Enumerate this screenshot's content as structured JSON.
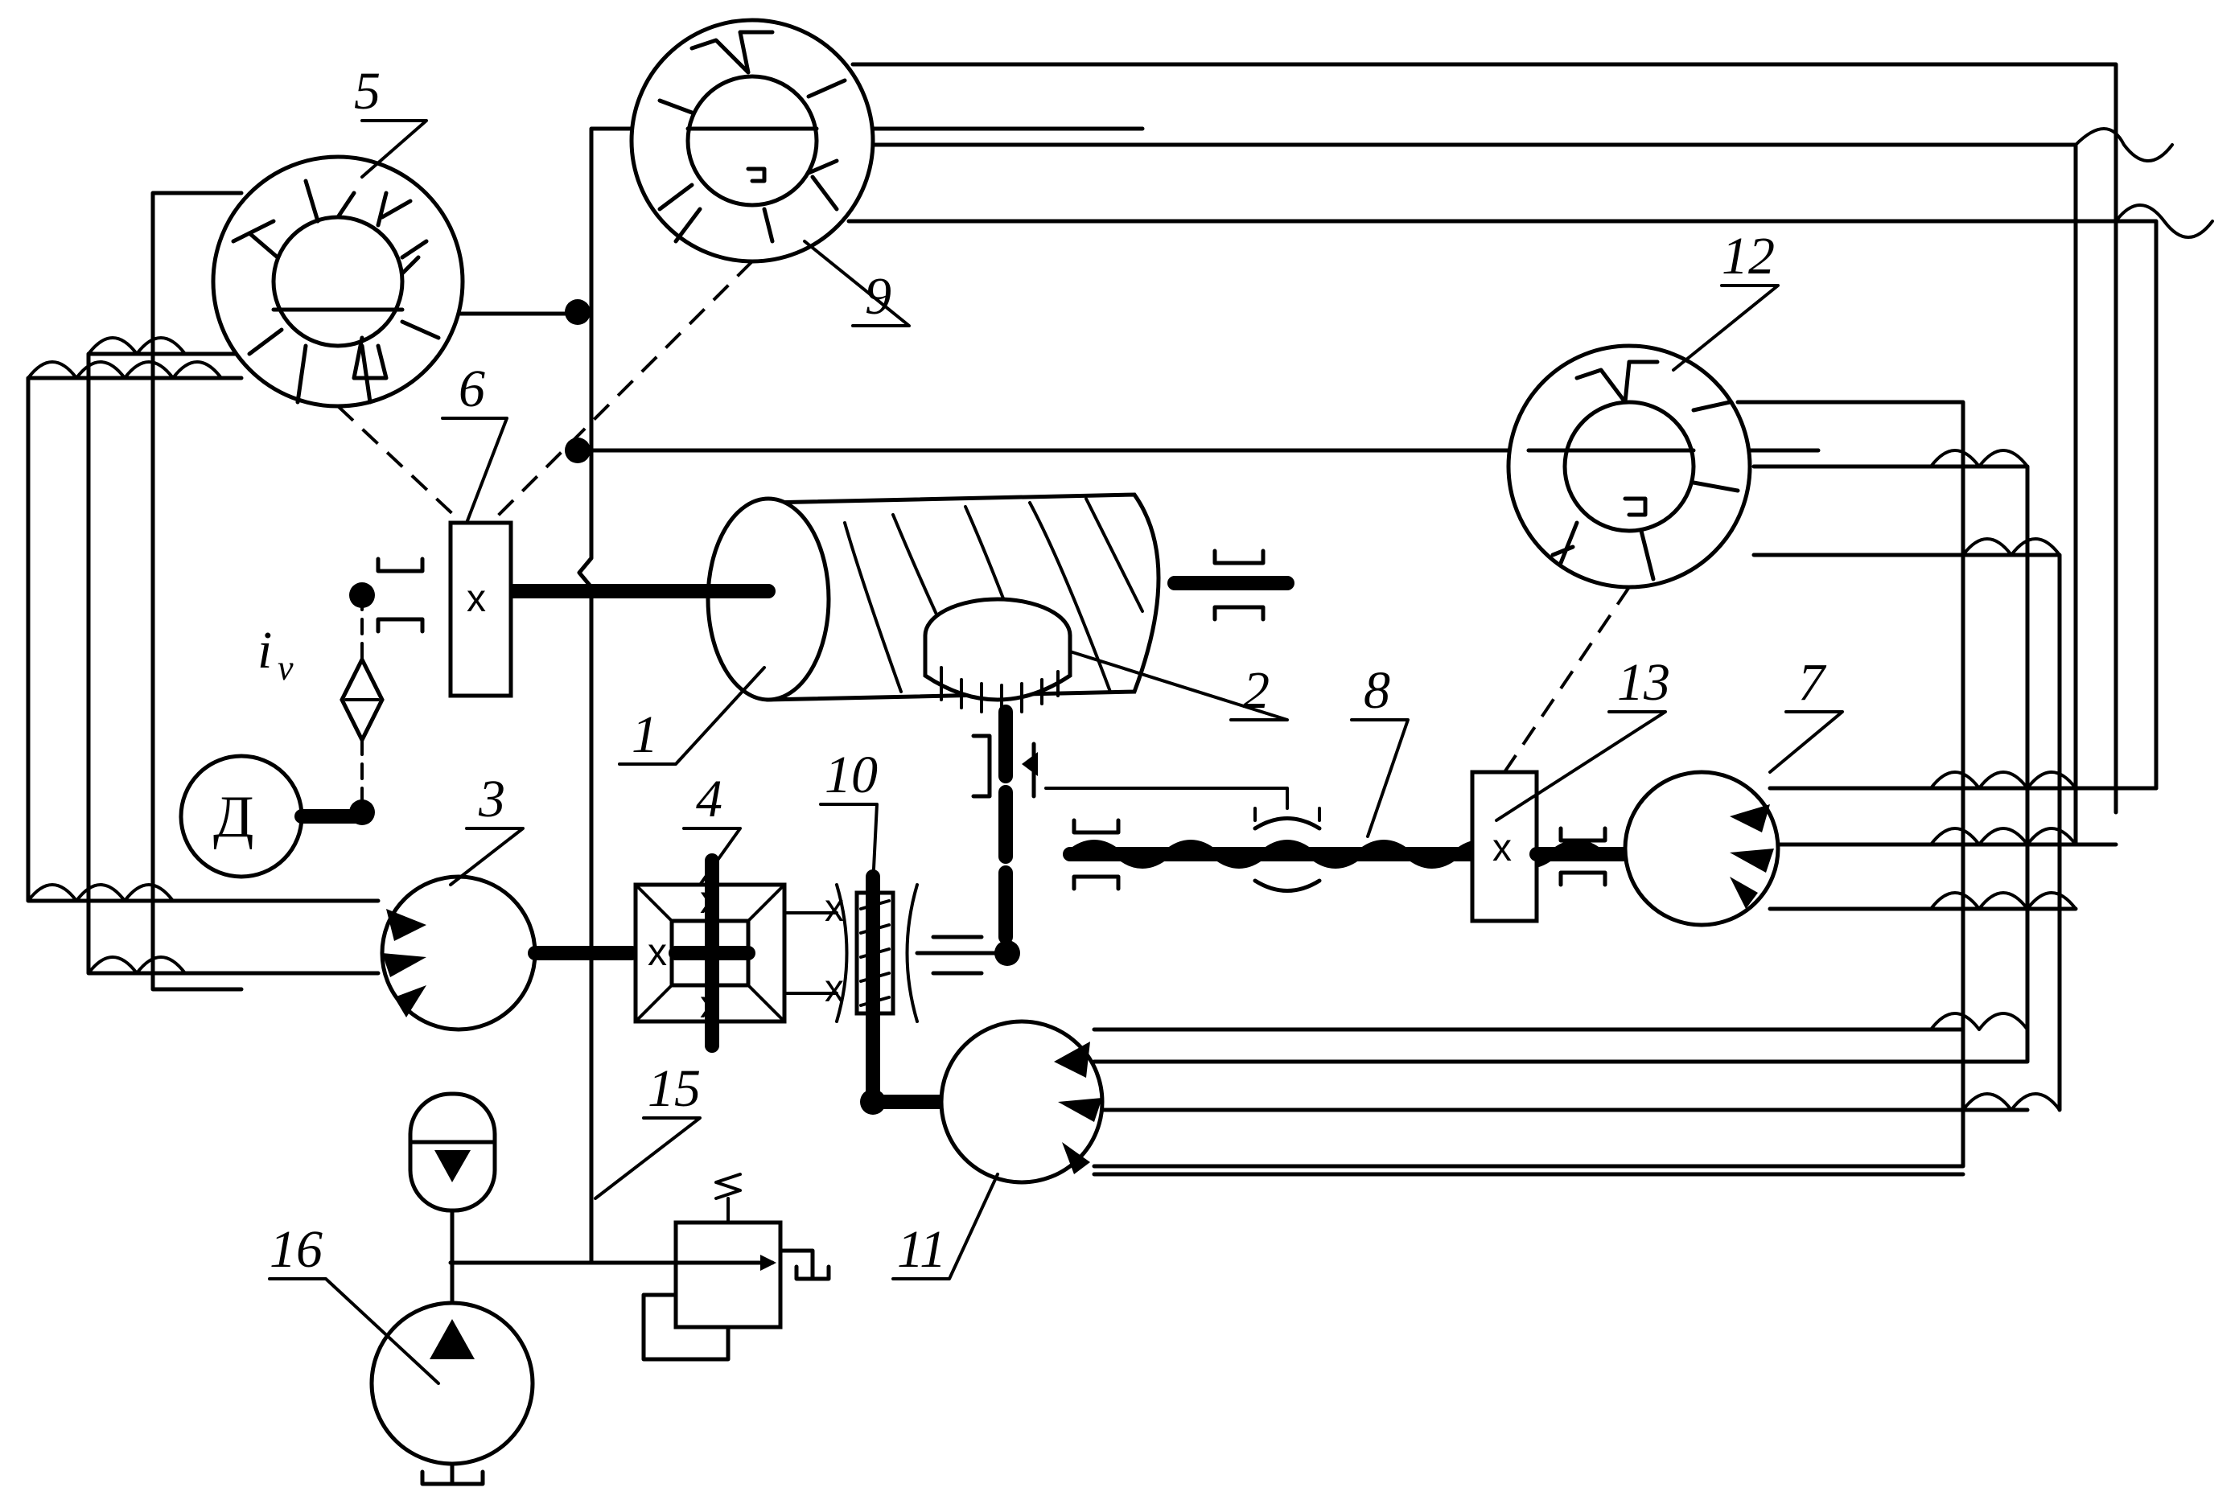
{
  "labels": {
    "n1": "1",
    "n2": "2",
    "n3": "3",
    "n4": "4",
    "n5": "5",
    "n6": "6",
    "n7": "7",
    "n8": "8",
    "n9": "9",
    "n10": "10",
    "n11": "11",
    "n12": "12",
    "n13": "13",
    "n15": "15",
    "n16": "16"
  },
  "symbols": {
    "motor": "Д",
    "ratio_main": "i",
    "ratio_sub": "v",
    "x": "x"
  }
}
